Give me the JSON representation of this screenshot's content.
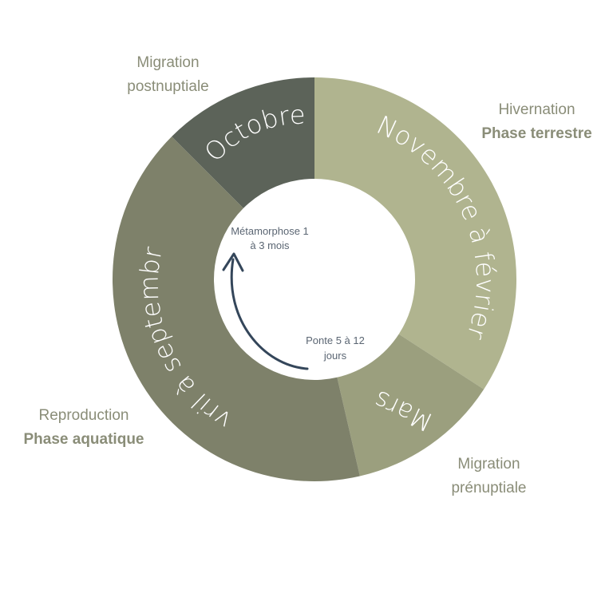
{
  "colors": {
    "octobre": "#5c6359",
    "novembre": "#b0b48f",
    "mars": "#9b9f7e",
    "avril": "#7e816a",
    "arrow": "#34465a",
    "label": "#8a8d78"
  },
  "segments": [
    {
      "id": "octobre",
      "label": "Octobre"
    },
    {
      "id": "novembre",
      "label": "Novembre à février"
    },
    {
      "id": "mars",
      "label": "Mars"
    },
    {
      "id": "avril",
      "label": "Avril à septembre"
    }
  ],
  "outer_labels": {
    "postnuptial": {
      "line1": "Migration",
      "line2": "postnuptiale"
    },
    "hivernation": {
      "title": "Hivernation",
      "phase": "Phase terrestre"
    },
    "prenuptial": {
      "line1": "Migration",
      "line2": "prénuptiale"
    },
    "reproduction": {
      "title": "Reproduction",
      "phase": "Phase aquatique"
    }
  },
  "inner": {
    "metamorphose_line1": "Métamorphose 1",
    "metamorphose_line2": "à 3 mois",
    "ponte_line1": "Ponte 5 à 12",
    "ponte_line2": "jours"
  }
}
